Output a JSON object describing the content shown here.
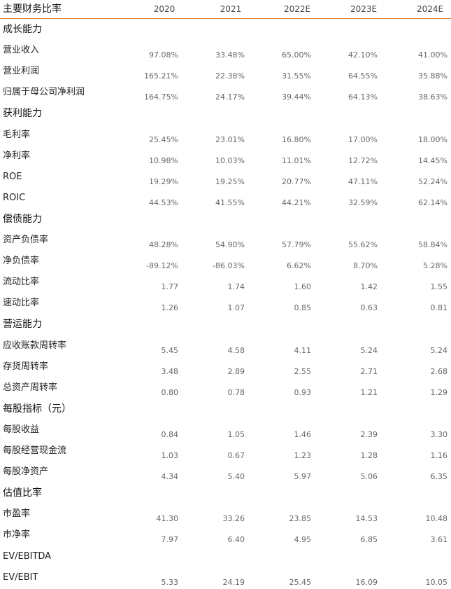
{
  "table": {
    "title": "主要财务比率",
    "years": [
      "2020",
      "2021",
      "2022E",
      "2023E",
      "2024E"
    ],
    "rows": [
      {
        "label": "成长能力",
        "section": true,
        "values": [
          "",
          "",
          "",
          "",
          ""
        ]
      },
      {
        "label": "营业收入",
        "section": false,
        "values": [
          "97.08%",
          "33.48%",
          "65.00%",
          "42.10%",
          "41.00%"
        ]
      },
      {
        "label": "营业利润",
        "section": false,
        "values": [
          "165.21%",
          "22.38%",
          "31.55%",
          "64.55%",
          "35.88%"
        ]
      },
      {
        "label": "归属于母公司净利润",
        "section": false,
        "values": [
          "164.75%",
          "24.17%",
          "39.44%",
          "64.13%",
          "38.63%"
        ]
      },
      {
        "label": "获利能力",
        "section": true,
        "values": [
          "",
          "",
          "",
          "",
          ""
        ]
      },
      {
        "label": "毛利率",
        "section": false,
        "values": [
          "25.45%",
          "23.01%",
          "16.80%",
          "17.00%",
          "18.00%"
        ]
      },
      {
        "label": "净利率",
        "section": false,
        "values": [
          "10.98%",
          "10.03%",
          "11.01%",
          "12.72%",
          "14.45%"
        ]
      },
      {
        "label": "ROE",
        "section": false,
        "values": [
          "19.29%",
          "19.25%",
          "20.77%",
          "47.11%",
          "52.24%"
        ]
      },
      {
        "label": "ROIC",
        "section": false,
        "values": [
          "44.53%",
          "41.55%",
          "44.21%",
          "32.59%",
          "62.14%"
        ]
      },
      {
        "label": "偿债能力",
        "section": true,
        "values": [
          "",
          "",
          "",
          "",
          ""
        ]
      },
      {
        "label": "资产负债率",
        "section": false,
        "values": [
          "48.28%",
          "54.90%",
          "57.79%",
          "55.62%",
          "58.84%"
        ]
      },
      {
        "label": "净负债率",
        "section": false,
        "values": [
          "-89.12%",
          "-86.03%",
          "6.62%",
          "8.70%",
          "5.28%"
        ]
      },
      {
        "label": "流动比率",
        "section": false,
        "values": [
          "1.77",
          "1.74",
          "1.60",
          "1.42",
          "1.55"
        ]
      },
      {
        "label": "速动比率",
        "section": false,
        "values": [
          "1.26",
          "1.07",
          "0.85",
          "0.63",
          "0.81"
        ]
      },
      {
        "label": "营运能力",
        "section": true,
        "values": [
          "",
          "",
          "",
          "",
          ""
        ]
      },
      {
        "label": "应收账款周转率",
        "section": false,
        "values": [
          "5.45",
          "4.58",
          "4.11",
          "5.24",
          "5.24"
        ]
      },
      {
        "label": "存货周转率",
        "section": false,
        "values": [
          "3.48",
          "2.89",
          "2.55",
          "2.71",
          "2.68"
        ]
      },
      {
        "label": "总资产周转率",
        "section": false,
        "values": [
          "0.80",
          "0.78",
          "0.93",
          "1.21",
          "1.29"
        ]
      },
      {
        "label": "每股指标（元）",
        "section": true,
        "values": [
          "",
          "",
          "",
          "",
          ""
        ]
      },
      {
        "label": "每股收益",
        "section": false,
        "values": [
          "0.84",
          "1.05",
          "1.46",
          "2.39",
          "3.30"
        ]
      },
      {
        "label": "每股经营现金流",
        "section": false,
        "values": [
          "1.03",
          "0.67",
          "1.23",
          "1.28",
          "1.16"
        ]
      },
      {
        "label": "每股净资产",
        "section": false,
        "values": [
          "4.34",
          "5.40",
          "5.97",
          "5.06",
          "6.35"
        ]
      },
      {
        "label": "估值比率",
        "section": true,
        "values": [
          "",
          "",
          "",
          "",
          ""
        ]
      },
      {
        "label": "市盈率",
        "section": false,
        "values": [
          "41.30",
          "33.26",
          "23.85",
          "14.53",
          "10.48"
        ]
      },
      {
        "label": "市净率",
        "section": false,
        "values": [
          "7.97",
          "6.40",
          "4.95",
          "6.85",
          "3.61"
        ]
      },
      {
        "label": "EV/EBITDA",
        "section": false,
        "values": [
          "",
          "",
          "",
          "",
          ""
        ]
      },
      {
        "label": "EV/EBIT",
        "section": false,
        "values": [
          "5.33",
          "24.19",
          "25.45",
          "16.09",
          "10.05"
        ]
      }
    ]
  }
}
